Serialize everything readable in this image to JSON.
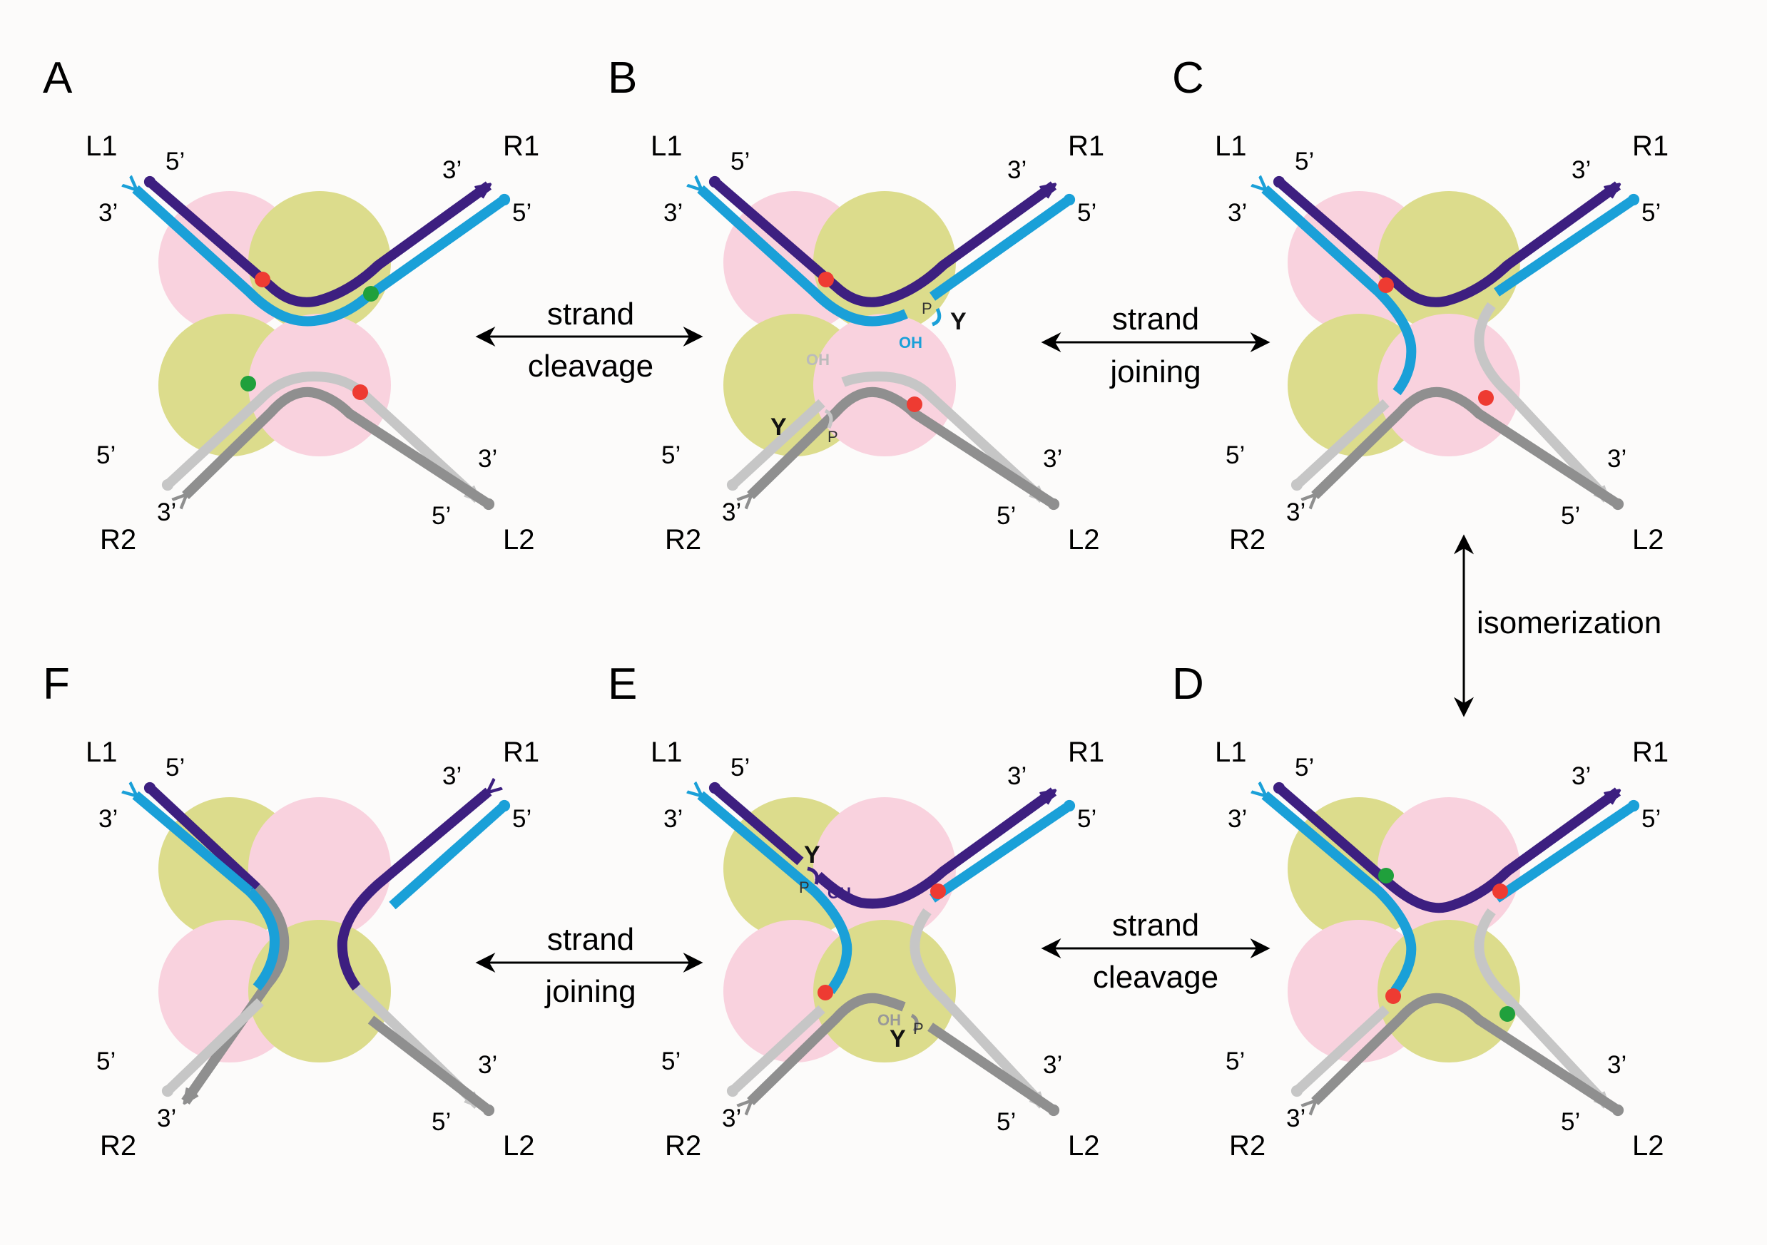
{
  "colors": {
    "pink": "#f9d2de",
    "olive": "#dcdc8c",
    "purple": "#3d1f80",
    "blue": "#1aa0d8",
    "light_gray": "#c6c6c6",
    "dark_gray": "#8f8f8f",
    "red": "#ee3b32",
    "green": "#20a03c"
  },
  "panels": [
    {
      "id": "A",
      "label": "A",
      "arm_labels": {
        "tl": "L1",
        "tr": "R1",
        "bl": "R2",
        "br": "L2"
      }
    },
    {
      "id": "B",
      "label": "B",
      "arm_labels": {
        "tl": "L1",
        "tr": "R1",
        "bl": "R2",
        "br": "L2"
      },
      "tyrosine": "Y",
      "phosphate": "P",
      "hydroxyl": "OH"
    },
    {
      "id": "C",
      "label": "C",
      "arm_labels": {
        "tl": "L1",
        "tr": "R1",
        "bl": "R2",
        "br": "L2"
      }
    },
    {
      "id": "D",
      "label": "D",
      "arm_labels": {
        "tl": "L1",
        "tr": "R1",
        "bl": "R2",
        "br": "L2"
      }
    },
    {
      "id": "E",
      "label": "E",
      "arm_labels": {
        "tl": "L1",
        "tr": "R1",
        "bl": "R2",
        "br": "L2"
      },
      "tyrosine": "Y",
      "phosphate": "P",
      "hydroxyl": "OH"
    },
    {
      "id": "F",
      "label": "F",
      "arm_labels": {
        "tl": "L1",
        "tr": "R1",
        "bl": "R2",
        "br": "L2"
      }
    }
  ],
  "end_labels": {
    "five_prime": "5’",
    "three_prime": "3’"
  },
  "arrows": {
    "ab": {
      "line1": "strand",
      "line2": "cleavage"
    },
    "bc": {
      "line1": "strand",
      "line2": "joining"
    },
    "cd": {
      "line1": "isomerization"
    },
    "ed": {
      "line1": "strand",
      "line2": "cleavage"
    },
    "fe": {
      "line1": "strand",
      "line2": "joining"
    }
  }
}
